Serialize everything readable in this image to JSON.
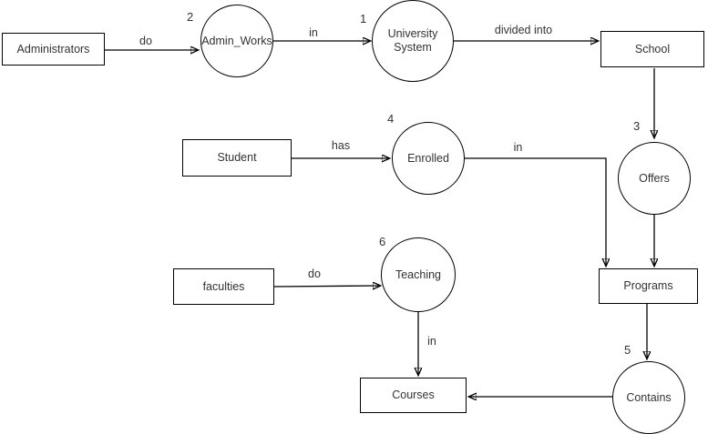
{
  "diagram": {
    "colors": {
      "background": "#ffffff",
      "shape_fill": "#ffffff",
      "stroke": "#000000",
      "text": "#333333"
    },
    "entities": {
      "administrators": {
        "label": "Administrators"
      },
      "school": {
        "label": "School"
      },
      "student": {
        "label": "Student"
      },
      "faculties": {
        "label": "faculties"
      },
      "programs": {
        "label": "Programs"
      },
      "courses": {
        "label": "Courses"
      }
    },
    "processes": {
      "admin_works": {
        "label": "Admin_Works",
        "number": "2"
      },
      "university_system": {
        "label": "University System",
        "number": "1"
      },
      "enrolled": {
        "label": "Enrolled",
        "number": "4"
      },
      "offers": {
        "label": "Offers",
        "number": "3"
      },
      "teaching": {
        "label": "Teaching",
        "number": "6"
      },
      "contains": {
        "label": "Contains",
        "number": "5"
      }
    },
    "edges": [
      {
        "from": "Administrators",
        "to": "Admin_Works",
        "label": "do"
      },
      {
        "from": "Admin_Works",
        "to": "University System",
        "label": "in"
      },
      {
        "from": "University System",
        "to": "School",
        "label": "divided into"
      },
      {
        "from": "School",
        "to": "Offers",
        "label": ""
      },
      {
        "from": "Student",
        "to": "Enrolled",
        "label": "has"
      },
      {
        "from": "Enrolled",
        "to": "Programs",
        "label": "in"
      },
      {
        "from": "Offers",
        "to": "Programs",
        "label": ""
      },
      {
        "from": "faculties",
        "to": "Teaching",
        "label": "do"
      },
      {
        "from": "Teaching",
        "to": "Courses",
        "label": "in"
      },
      {
        "from": "Programs",
        "to": "Contains",
        "label": ""
      },
      {
        "from": "Contains",
        "to": "Courses",
        "label": ""
      }
    ]
  }
}
